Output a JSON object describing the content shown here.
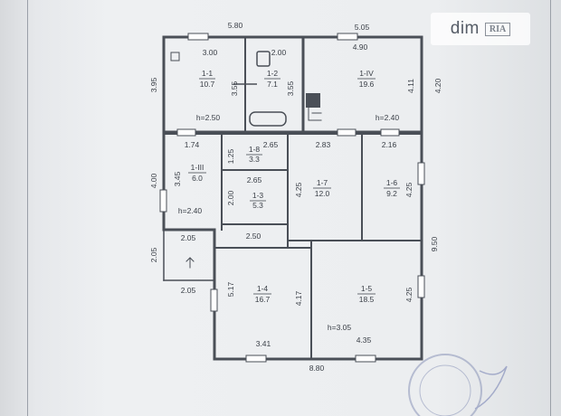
{
  "watermark": {
    "brand": "dim",
    "badge": "RIA"
  },
  "plan": {
    "overall_dims": {
      "top_left": "5.80",
      "top_right": "5.05",
      "bottom_total": "8.80",
      "right_total": "9.50"
    },
    "rooms": [
      {
        "id": "1-1",
        "area": "10.7"
      },
      {
        "id": "1-2",
        "area": "7.1"
      },
      {
        "id": "1-IV",
        "area": "19.6"
      },
      {
        "id": "1-III",
        "area": "6.0"
      },
      {
        "id": "1-8",
        "area": "3.3"
      },
      {
        "id": "1-3",
        "area": "5.3"
      },
      {
        "id": "1-7",
        "area": "12.0"
      },
      {
        "id": "1-6",
        "area": "9.2"
      },
      {
        "id": "1-4",
        "area": "16.7"
      },
      {
        "id": "1-5",
        "area": "18.5"
      }
    ],
    "heights": [
      "h=2.50",
      "h=2.40",
      "h=2.40",
      "h=3.05"
    ],
    "dimensions": [
      "3.00",
      "2.00",
      "4.90",
      "3.95",
      "3.55",
      "3.55",
      "4.11",
      "4.20",
      "1.74",
      "1.25",
      "2.65",
      "2.83",
      "2.16",
      "4.00",
      "3.45",
      "2.65",
      "2.00",
      "4.25",
      "4.25",
      "2.05",
      "2.05",
      "2.50",
      "2.05",
      "5.17",
      "4.17",
      "4.25",
      "3.41",
      "4.35"
    ]
  }
}
